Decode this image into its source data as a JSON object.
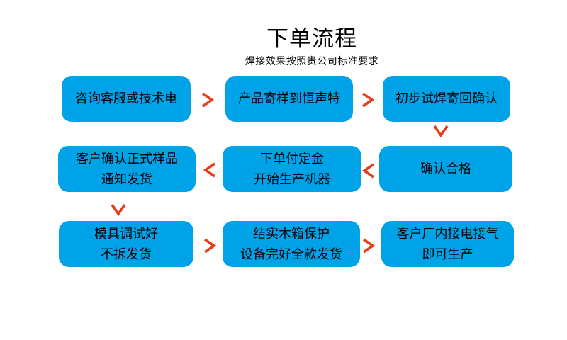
{
  "page": {
    "title": "下单流程",
    "subtitle": "焊接效果按照贵公司标准要求"
  },
  "colors": {
    "box_blue": "#00A2E8",
    "arrow_red": "#E83C1A",
    "text": "#000000",
    "background": "#FFFFFF"
  },
  "flow": {
    "boxes": {
      "r1c1": {
        "line1": "咨询客服或技术电"
      },
      "r1c2": {
        "line1": "产品寄样到恒声特"
      },
      "r1c3": {
        "line1": "初步试焊寄回确认"
      },
      "r2c1": {
        "line1": "客户确认正式样品",
        "line2": "通知发货"
      },
      "r2c2": {
        "line1": "下单付定金",
        "line2": "开始生产机器"
      },
      "r2c3": {
        "line1": "确认合格"
      },
      "r3c1": {
        "line1": "模具调试好",
        "line2": "不拆发货"
      },
      "r3c2": {
        "line1": "结实木箱保护",
        "line2": "设备完好全款发货"
      },
      "r3c3": {
        "line1": "客户厂内接电接气",
        "line2": "即可生产"
      }
    },
    "arrows": [
      {
        "from": "r1c1",
        "to": "r1c2",
        "direction": "right"
      },
      {
        "from": "r1c2",
        "to": "r1c3",
        "direction": "right"
      },
      {
        "from": "r1c3",
        "to": "r2c3",
        "direction": "down"
      },
      {
        "from": "r2c3",
        "to": "r2c2",
        "direction": "left"
      },
      {
        "from": "r2c2",
        "to": "r2c1",
        "direction": "left"
      },
      {
        "from": "r2c1",
        "to": "r3c1",
        "direction": "down"
      },
      {
        "from": "r3c1",
        "to": "r3c2",
        "direction": "right"
      },
      {
        "from": "r3c2",
        "to": "r3c3",
        "direction": "right"
      }
    ]
  }
}
